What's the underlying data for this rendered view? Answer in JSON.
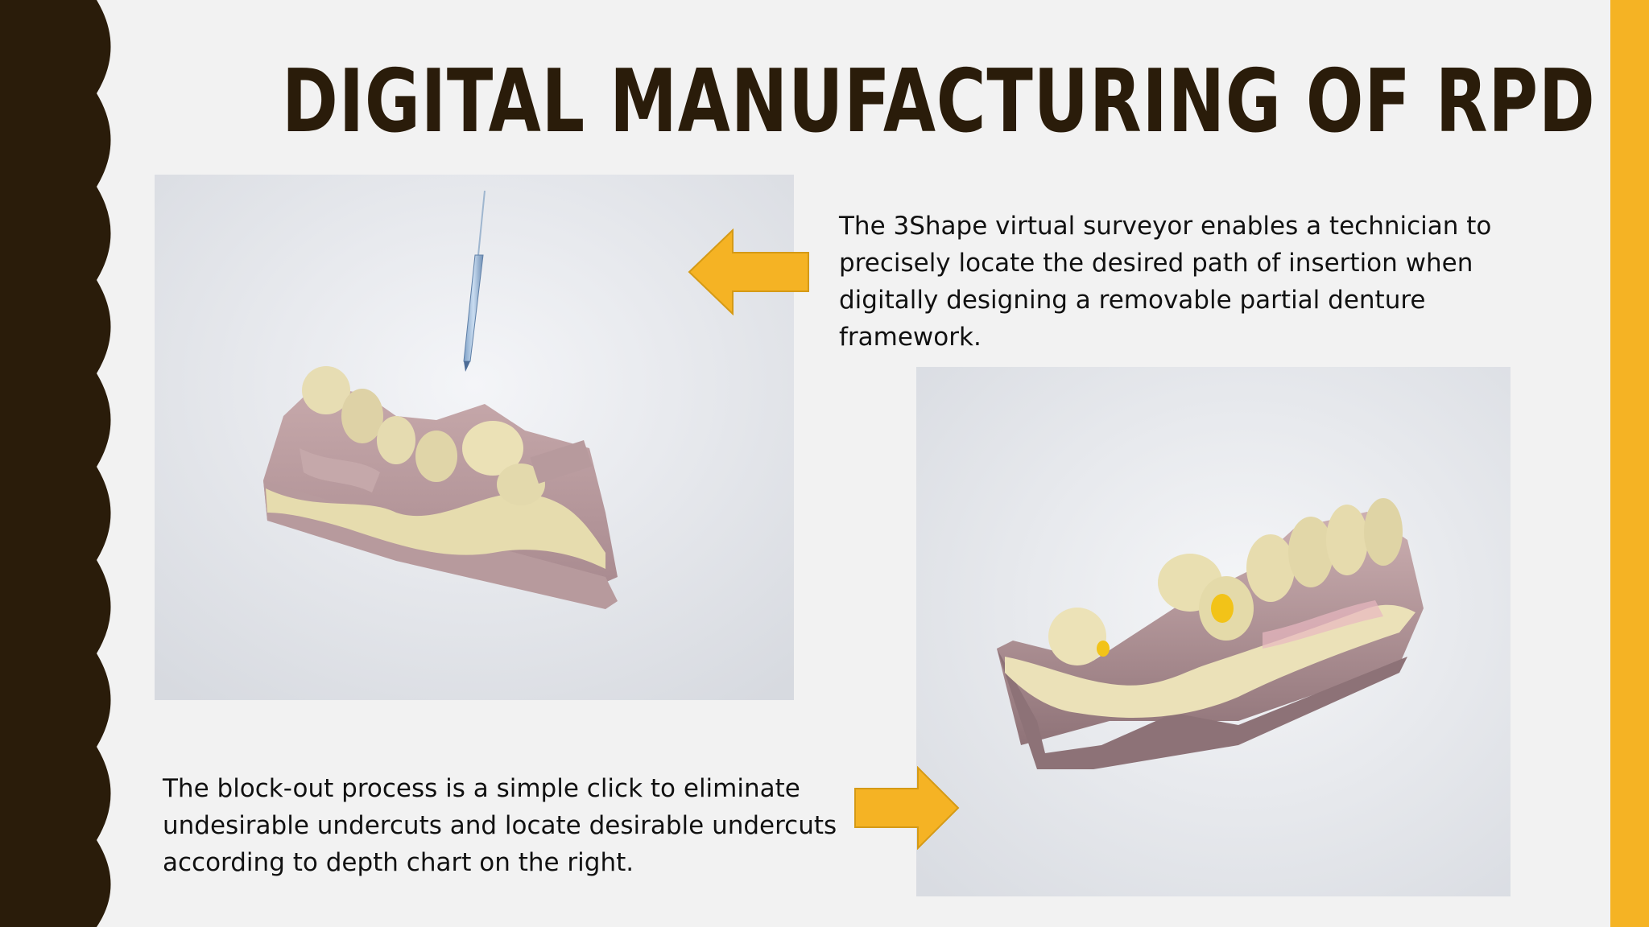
{
  "slide": {
    "title": "DIGITAL MANUFACTURING OF RPD",
    "text_top": "The 3Shape virtual surveyor enables a technician to precisely locate the desired path of insertion when digitally designing a removable partial denture framework.",
    "text_bottom": "The block-out process is a simple click to eliminate undesirable undercuts and locate desirable undercuts according to depth chart on the right."
  },
  "colors": {
    "title": "#2a1c0a",
    "border_dark": "#2a1c0a",
    "accent": "#f5b324",
    "background": "#f2f2f2"
  },
  "icons": {
    "arrow_left": "left-arrow-icon",
    "arrow_right": "right-arrow-icon"
  }
}
